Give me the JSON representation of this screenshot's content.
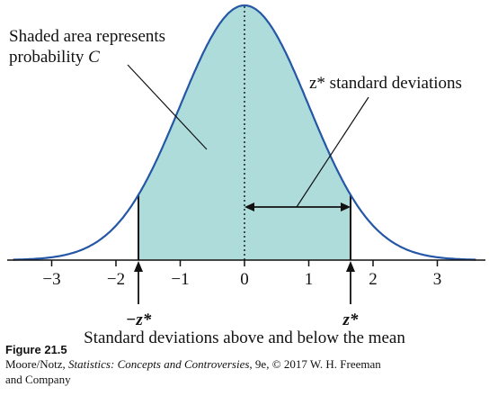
{
  "chart_data": {
    "type": "area",
    "distribution": "standard normal curve",
    "x_range": [
      -3.6,
      3.6
    ],
    "xticks": [
      -3,
      -2,
      -1,
      0,
      1,
      2,
      3
    ],
    "xtick_labels": [
      "−3",
      "−2",
      "−1",
      "0",
      "1",
      "2",
      "3"
    ],
    "shaded_interval": [
      -1.65,
      1.65
    ],
    "xlabel": "Standard deviations above and below the mean",
    "annotations": {
      "shaded_area_line1": "Shaded area represents",
      "shaded_area_line2": "probability ",
      "shaded_area_var": "C",
      "zstar_span_label": "z* standard deviations",
      "neg_zstar_label": "−z*",
      "pos_zstar_label": "z*"
    },
    "grid": false,
    "colors": {
      "fill": "#aedcdb",
      "curve": "#2457a6",
      "axis": "#111111"
    }
  },
  "caption": {
    "figure_label": "Figure 21.5",
    "credit_prefix": "Moore/Notz, ",
    "credit_title": "Statistics: Concepts and Controversies",
    "credit_suffix": ", 9e, © 2017 W. H. Freeman",
    "credit_line2": "and Company"
  }
}
